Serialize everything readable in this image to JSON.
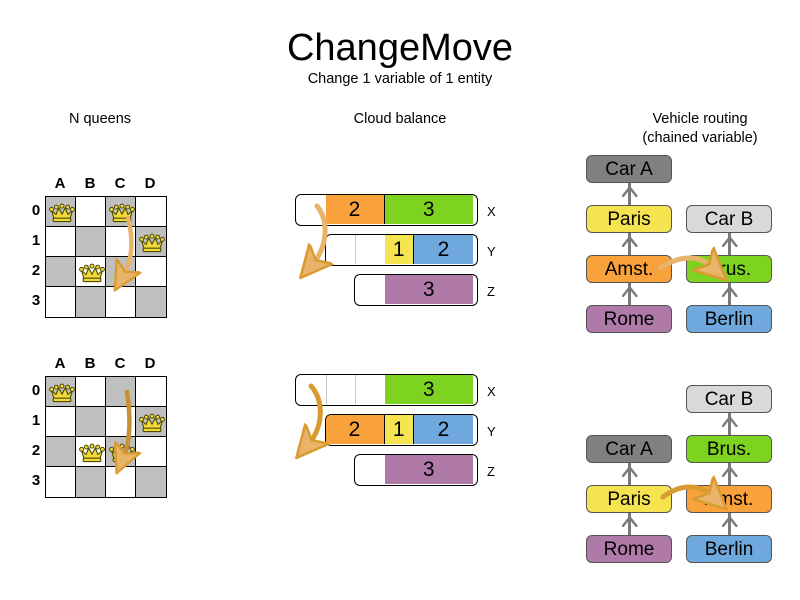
{
  "header": {
    "title": "ChangeMove",
    "subtitle": "Change 1 variable of 1 entity"
  },
  "sections": {
    "nqueens": {
      "title": "N queens"
    },
    "cloud": {
      "title": "Cloud balance"
    },
    "vrp": {
      "title_line1": "Vehicle routing",
      "title_line2": "(chained variable)"
    }
  },
  "colors": {
    "orange": "#f9a13a",
    "green": "#7ed321",
    "yellow": "#f5e34f",
    "blue": "#6fa8dc",
    "purple": "#b07aa8",
    "dark_gray": "#808080",
    "light_gray": "#d9d9d9",
    "board_dark": "#bfbfbf",
    "board_light": "#ffffff",
    "arrow": "#e8b46a",
    "arrow_dark": "#d99b30",
    "link": "#7a7a7a"
  },
  "nqueens": {
    "column_labels": [
      "A",
      "B",
      "C",
      "D"
    ],
    "row_labels": [
      "0",
      "1",
      "2",
      "3"
    ],
    "before": {
      "queens": [
        {
          "col": 0,
          "row": 0
        },
        {
          "col": 2,
          "row": 0
        },
        {
          "col": 3,
          "row": 1
        },
        {
          "col": 1,
          "row": 2
        }
      ],
      "move": {
        "from_col": 2,
        "from_row": 0,
        "to_col": 2,
        "to_row": 2
      }
    },
    "after": {
      "queens": [
        {
          "col": 0,
          "row": 0
        },
        {
          "col": 3,
          "row": 1
        },
        {
          "col": 1,
          "row": 2
        },
        {
          "col": 2,
          "row": 2
        }
      ],
      "move": {
        "from_col": 2,
        "from_row": 0,
        "to_col": 2,
        "to_row": 2
      }
    }
  },
  "cloud_balance": {
    "row_labels": [
      "X",
      "Y",
      "Z"
    ],
    "before": {
      "rows": [
        {
          "label": "X",
          "free_slots": 1,
          "segments": [
            {
              "value": "2",
              "color": "#f9a13a",
              "units": 2
            },
            {
              "value": "3",
              "color": "#7ed321",
              "units": 3
            }
          ]
        },
        {
          "label": "Y",
          "free_slots": 2,
          "segments": [
            {
              "value": "1",
              "color": "#f5e34f",
              "units": 1
            },
            {
              "value": "2",
              "color": "#6fa8dc",
              "units": 2
            }
          ]
        },
        {
          "label": "Z",
          "free_slots": 1,
          "segments": [
            {
              "value": "3",
              "color": "#b07aa8",
              "units": 3
            }
          ]
        }
      ]
    },
    "after": {
      "rows": [
        {
          "label": "X",
          "free_slots": 3,
          "segments": [
            {
              "value": "3",
              "color": "#7ed321",
              "units": 3
            }
          ]
        },
        {
          "label": "Y",
          "free_slots": 0,
          "segments": [
            {
              "value": "2",
              "color": "#f9a13a",
              "units": 2
            },
            {
              "value": "1",
              "color": "#f5e34f",
              "units": 1
            },
            {
              "value": "2",
              "color": "#6fa8dc",
              "units": 2
            }
          ]
        },
        {
          "label": "Z",
          "free_slots": 1,
          "segments": [
            {
              "value": "3",
              "color": "#b07aa8",
              "units": 3
            }
          ]
        }
      ]
    }
  },
  "vehicle_routing": {
    "before": {
      "chain_a": [
        "Car A",
        "Paris",
        "Amst.",
        "Rome"
      ],
      "chain_b": [
        "Car B",
        "Brus.",
        "Berlin"
      ]
    },
    "after": {
      "chain_a": [
        "Car A",
        "Paris",
        "Rome"
      ],
      "chain_b": [
        "Car B",
        "Brus.",
        "Amst.",
        "Berlin"
      ]
    },
    "node_colors": {
      "Car A": "#808080",
      "Car B": "#d9d9d9",
      "Paris": "#f5e34f",
      "Brus.": "#7ed321",
      "Amst.": "#f9a13a",
      "Rome": "#b07aa8",
      "Berlin": "#6fa8dc"
    }
  }
}
